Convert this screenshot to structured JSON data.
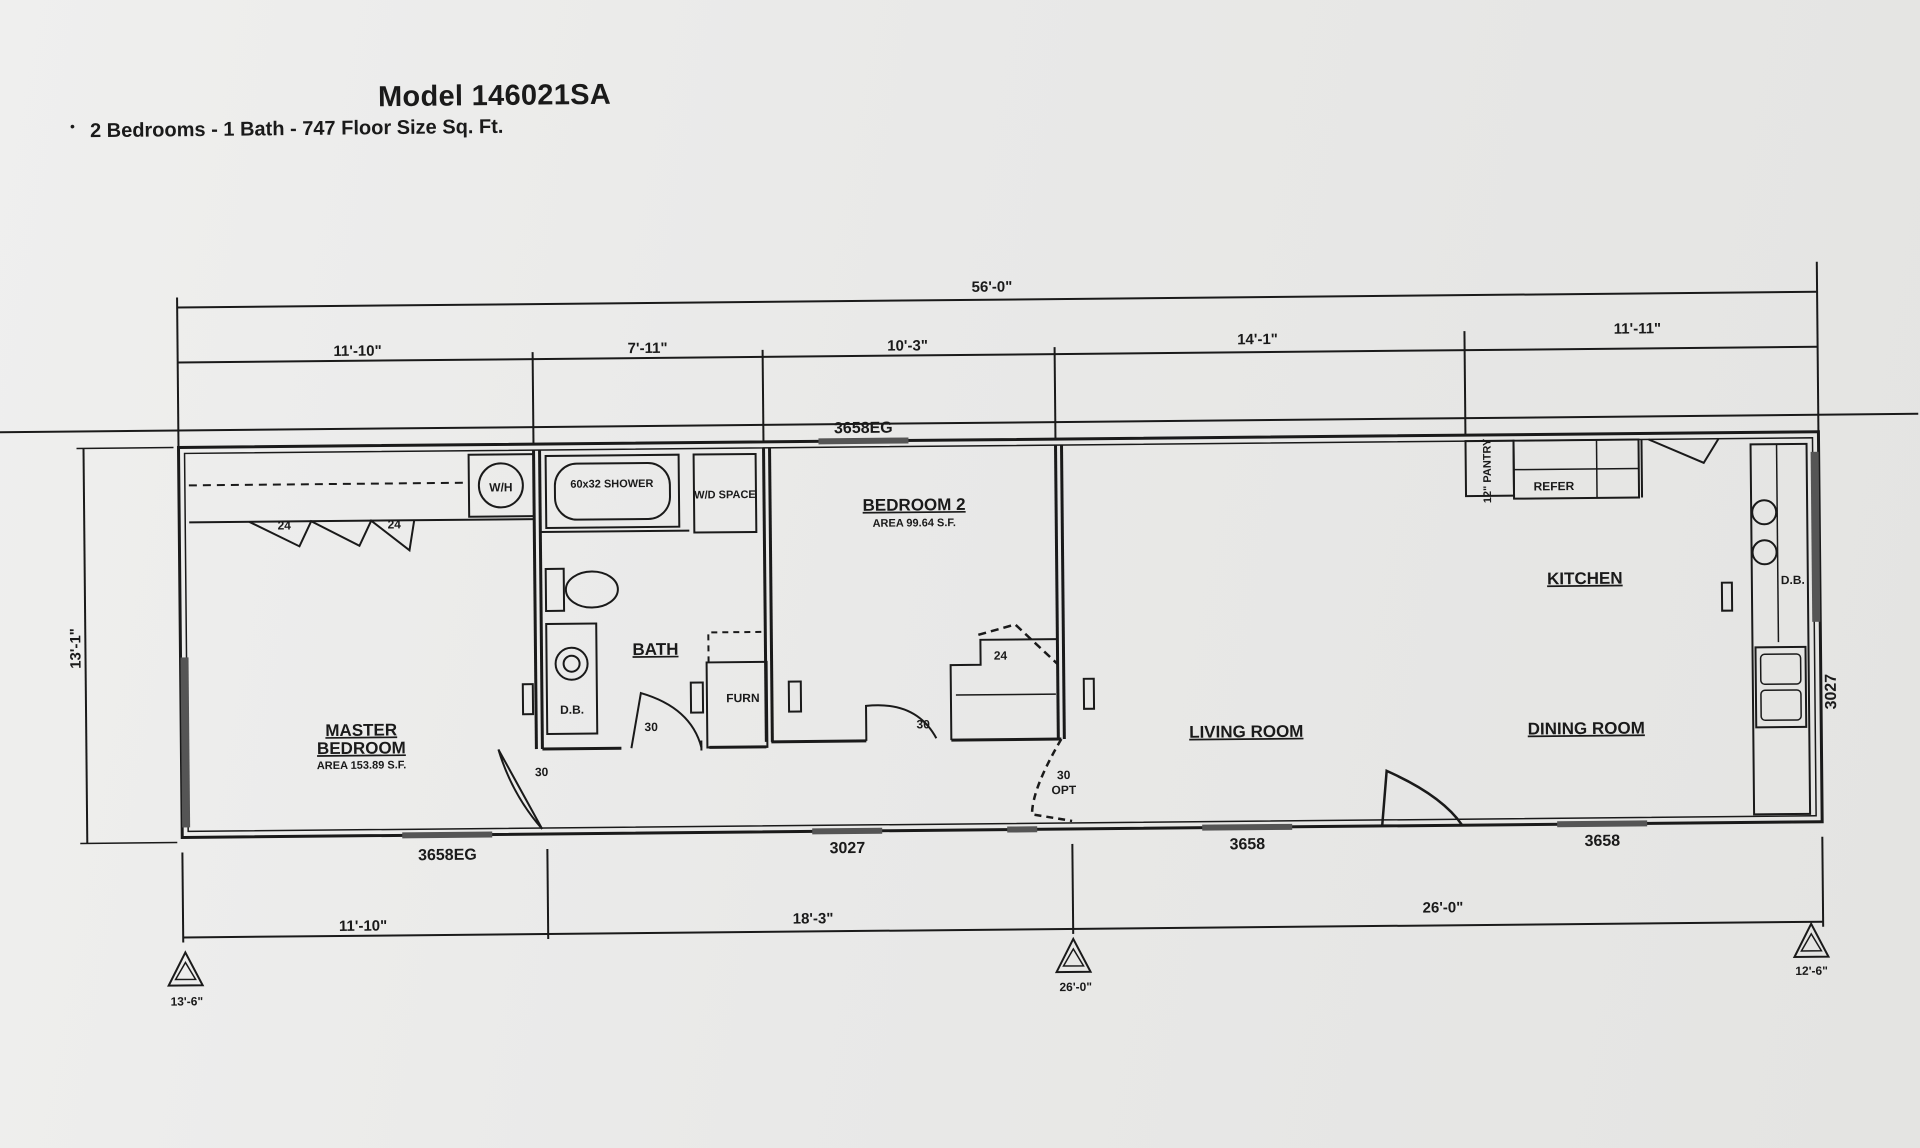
{
  "header": {
    "title": "Model 146021SA",
    "subtitle": "2 Bedrooms - 1 Bath - 747 Floor Size Sq. Ft."
  },
  "overall_length": "56'-0\"",
  "top_dimensions": [
    "11'-10\"",
    "7'-11\"",
    "10'-3\"",
    "14'-1\"",
    "11'-11\""
  ],
  "bottom_dimensions": [
    "11'-10\"",
    "18'-3\"",
    "26'-0\""
  ],
  "side_dimension": "13'-1\"",
  "rooms": {
    "master": {
      "line1": "MASTER",
      "line2": "BEDROOM",
      "area": "AREA 153.89 S.F."
    },
    "bedroom2": {
      "name": "BEDROOM 2",
      "area": "AREA 99.64 S.F."
    },
    "bath": "BATH",
    "kitchen": "KITCHEN",
    "living": "LIVING ROOM",
    "dining": "DINING ROOM"
  },
  "fixtures": {
    "wh": "W/H",
    "tub": "60x32 SHOWER",
    "linen": "W/D SPACE",
    "furn": "FURN",
    "pantry": "12\" PANTRY",
    "refer": "REFER",
    "db_bath": "D.B.",
    "db_kitchen": "D.B."
  },
  "door_swings": {
    "closet_a": "24",
    "closet_b": "24",
    "closet_c": "24",
    "bath_door": "30",
    "master_door": "30",
    "bed2_door": "30",
    "opt_door": "30",
    "opt_label": "OPT"
  },
  "windows": {
    "top_center": "3658EG",
    "bottom_left": "3658EG",
    "bottom_mid": "3027",
    "bottom_living": "3658",
    "bottom_dining": "3658",
    "right_end": "3027"
  },
  "support_markers": [
    {
      "label": "13'-6\""
    },
    {
      "label": "26'-0\""
    },
    {
      "label": "12'-6\""
    }
  ],
  "ink_color": "#1a1a1a"
}
